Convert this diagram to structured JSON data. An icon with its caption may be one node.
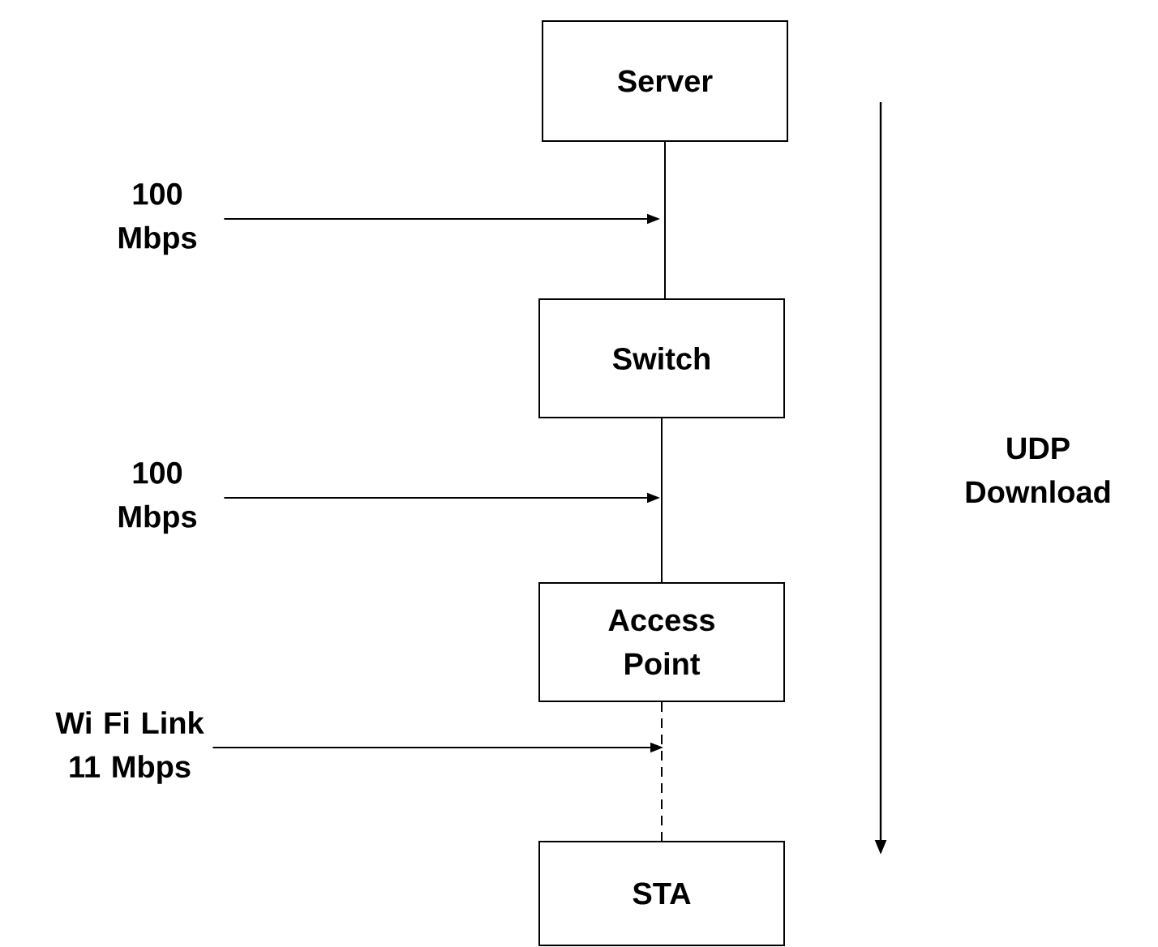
{
  "diagram": {
    "nodes": [
      {
        "text": [
          "Server"
        ]
      },
      {
        "text": [
          "Switch"
        ]
      },
      {
        "text": [
          "Access Point"
        ]
      },
      {
        "text": [
          "STA"
        ]
      },
      {
        "text": [
          "100 Mbps"
        ]
      },
      {
        "text": [
          "100 Mbps"
        ]
      },
      {
        "text": [
          "Wi Fi Link 11 Mbps"
        ]
      }
    ],
    "edges": [
      {
        "from": 0,
        "to": 1,
        "arrow": "none"
      },
      {
        "from": 1,
        "to": 2,
        "arrow": "none"
      },
      {
        "from": 2,
        "to": 3,
        "arrow": "none",
        "style": "dashed"
      },
      {
        "from": 4,
        "to": null,
        "arrow": "to"
      },
      {
        "from": 5,
        "to": null,
        "arrow": "to"
      },
      {
        "from": 6,
        "to": null,
        "arrow": "to"
      }
    ],
    "labels": [
      "UDP Download"
    ]
  }
}
